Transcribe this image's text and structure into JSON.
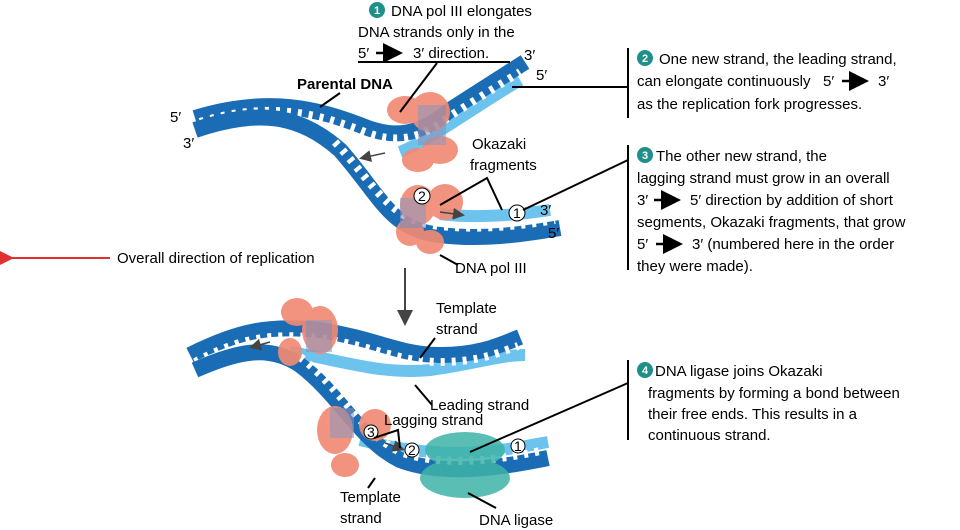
{
  "colors": {
    "parental_strand": "#1a6db5",
    "new_strand": "#6cc3ee",
    "polymerase": "#f08a74",
    "ligase": "#3fb3a8",
    "direction_arrow": "#e03030",
    "step_badge": "#1f8f8a"
  },
  "step1": {
    "number": "1",
    "lines": [
      "DNA pol III elongates",
      "DNA strands only in the",
      "5′",
      "3′ direction."
    ]
  },
  "step2": {
    "number": "2",
    "lines": [
      "One new strand, the leading strand,",
      "can elongate continuously",
      "5′",
      "3′",
      "as the replication fork progresses."
    ]
  },
  "step3": {
    "number": "3",
    "lines": [
      "The other new strand, the",
      "lagging strand must grow in an overall",
      "3′",
      "5′ direction by addition of short",
      "segments, Okazaki fragments, that grow",
      "5′",
      "3′ (numbered here in the order",
      "they were made)."
    ]
  },
  "step4": {
    "number": "4",
    "lines": [
      "DNA ligase joins Okazaki",
      "fragments by forming a bond between",
      "their free ends. This results in a",
      "continuous strand."
    ]
  },
  "labels": {
    "parental_dna": "Parental DNA",
    "okazaki": [
      "Okazaki",
      "fragments"
    ],
    "dna_pol_iii": "DNA pol III",
    "overall_direction": "Overall direction of replication",
    "template_strand_top": [
      "Template",
      "strand"
    ],
    "leading_strand": "Leading strand",
    "lagging_strand": "Lagging strand",
    "template_strand_bottom": [
      "Template",
      "strand"
    ],
    "dna_ligase": "DNA ligase"
  },
  "ends": {
    "five": "5′",
    "three": "3′"
  },
  "fragment_numbers": {
    "f1": "1",
    "f2": "2",
    "f3": "3"
  }
}
